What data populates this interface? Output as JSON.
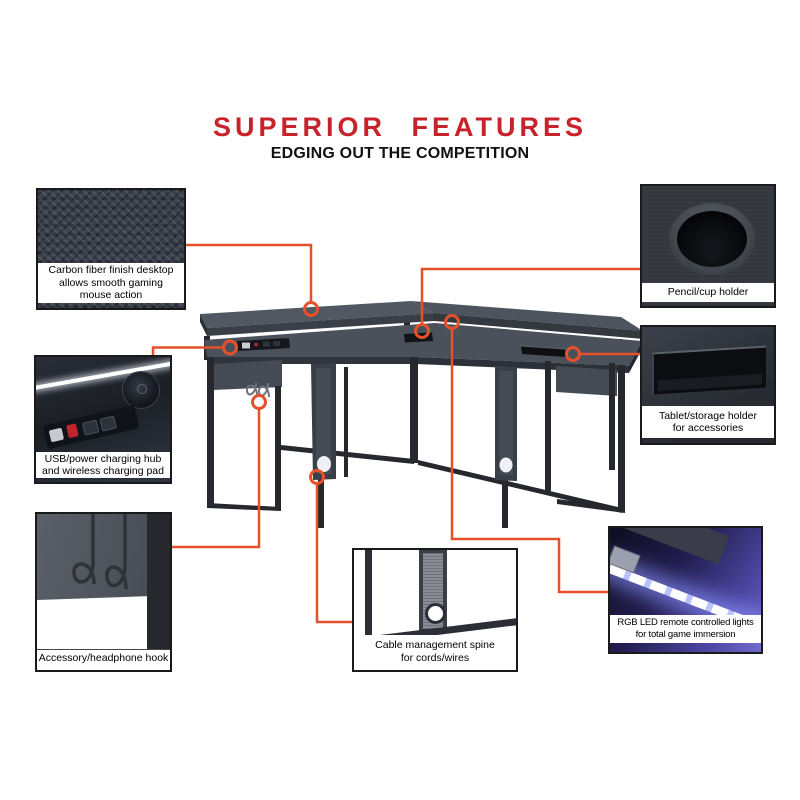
{
  "header": {
    "title": "SUPERIOR FEATURES",
    "subtitle": "EDGING OUT THE COMPETITION"
  },
  "callouts": {
    "carbon": {
      "label": "Carbon fiber finish desktop\nallows smooth gaming\nmouse action"
    },
    "usb": {
      "label": "USB/power charging hub\nand wireless charging pad"
    },
    "hook": {
      "label": "Accessory/headphone hook"
    },
    "pencil": {
      "label": "Pencil/cup holder"
    },
    "tablet": {
      "label": "Tablet/storage holder\nfor accessories"
    },
    "rgb": {
      "label": "RGB LED remote controlled lights\nfor total game immersion"
    },
    "cable": {
      "label": "Cable management spine\nfor cords/wires"
    }
  },
  "colors": {
    "accent_line": "#e5512a",
    "title_red": "#c8232b",
    "desk_gray": "#4a515b",
    "leg_black": "#26282d",
    "led_blue": "#6f67c9"
  }
}
